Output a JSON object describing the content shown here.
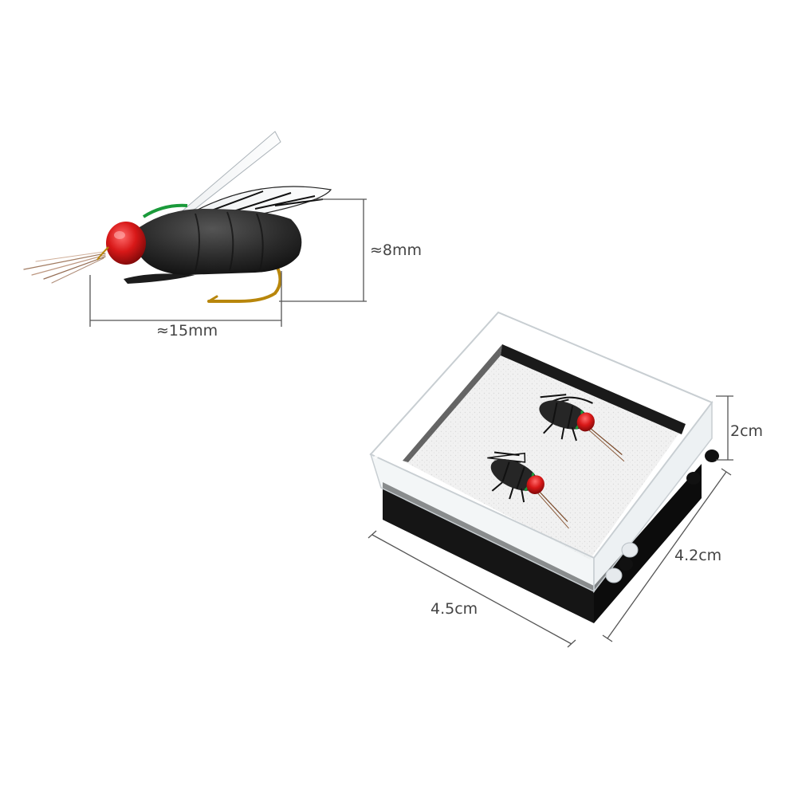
{
  "colors": {
    "background": "#ffffff",
    "dimension_line": "#555555",
    "label_text": "#444444",
    "foam_body": "#2a2a2a",
    "head_red": "#d81818",
    "hook_gold": "#b8860b",
    "rib_green": "#1a9a3a",
    "box_base": "#111111",
    "box_foam": "#f1f1f1"
  },
  "dimensions": {
    "fly_width": "≈15mm",
    "fly_height": "≈8mm",
    "box_height": "2cm",
    "box_depth": "4.2cm",
    "box_width": "4.5cm"
  },
  "objects": {
    "single_fly": "foam-fly-icon",
    "box": "display-box-icon",
    "box_flies": [
      "foam-fly-icon",
      "foam-fly-icon"
    ]
  }
}
